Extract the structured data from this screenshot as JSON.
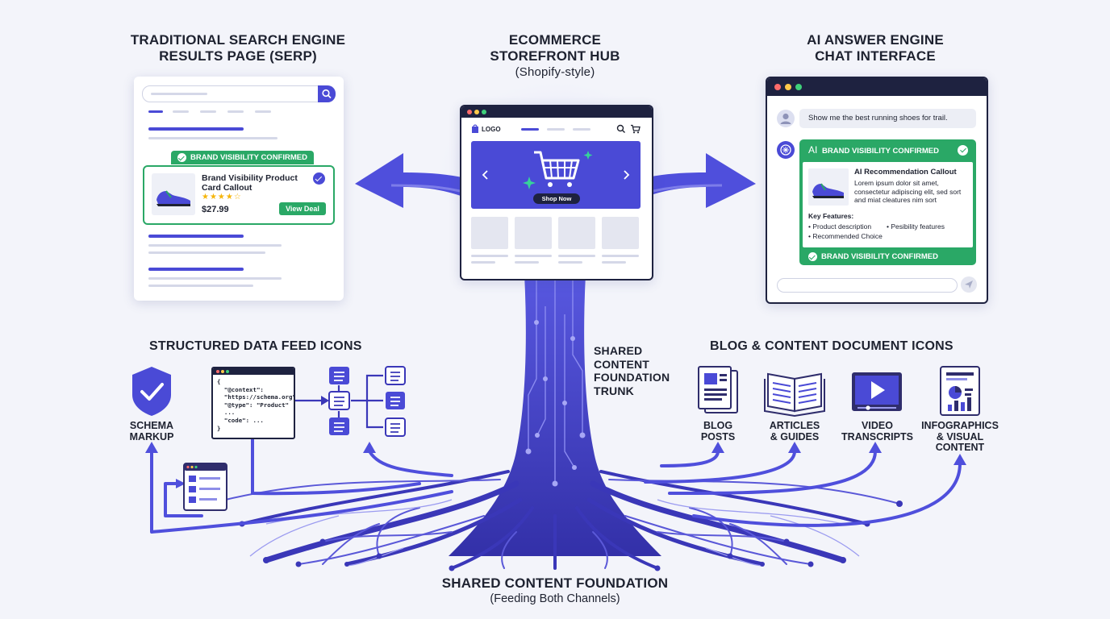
{
  "titles": {
    "serp": [
      "TRADITIONAL SEARCH ENGINE",
      "RESULTS PAGE (SERP)"
    ],
    "hub": [
      "ECOMMERCE",
      "STOREFRONT HUB"
    ],
    "hub_sub": "(Shopify-style)",
    "ai": [
      "AI ANSWER ENGINE",
      "CHAT INTERFACE"
    ],
    "structured": "STRUCTURED DATA FEED ICONS",
    "blog": "BLOG & CONTENT DOCUMENT ICONS",
    "trunk": [
      "SHARED",
      "CONTENT",
      "FOUNDATION",
      "TRUNK"
    ],
    "foundation": "SHARED CONTENT FOUNDATION",
    "foundation_sub": "(Feeding Both Channels)"
  },
  "serp": {
    "badge": "BRAND VISIBILITY CONFIRMED",
    "product_title": [
      "Brand Visibility Product",
      "Card Callout"
    ],
    "stars": "★★★★☆",
    "price": "$27.99",
    "cta": "View Deal"
  },
  "store": {
    "logo": "LOGO",
    "cta": "Shop Now"
  },
  "ai": {
    "query": "Show me the best running shoes for trail.",
    "ai_mark": "AI",
    "badge": "BRAND VISIBILITY CONFIRMED",
    "rec_title": "AI Recommendation Callout",
    "rec_body": [
      "Lorem ipsum dolor sit amet,",
      "consectetur adipiscing elit, sed sort",
      "and miat cleatures nim sort"
    ],
    "key_features": "Key Features:",
    "features": [
      "• Product description",
      "• Recommended Choice",
      "• Pesibility features"
    ],
    "badge_bottom": "BRAND VISIBILITY CONFIRMED"
  },
  "structured": {
    "schema_label": [
      "SCHEMA",
      "MARKUP"
    ],
    "code": [
      "{",
      "  \"@context\":",
      "  \"https://schema.org\",",
      "  \"@type\": \"Product\"",
      "  ...",
      "  \"code\": ...",
      "}"
    ]
  },
  "blog": {
    "labels": [
      [
        "BLOG",
        "POSTS"
      ],
      [
        "ARTICLES",
        "& GUIDES"
      ],
      [
        "VIDEO",
        "TRANSCRIPTS"
      ],
      [
        "INFOGRAPHICS",
        "& VISUAL",
        "CONTENT"
      ]
    ]
  },
  "colors": {
    "primary": "#4a4ad6",
    "primary_dark": "#2f2d9c",
    "green": "#2aa866",
    "background": "#f3f4fa"
  }
}
